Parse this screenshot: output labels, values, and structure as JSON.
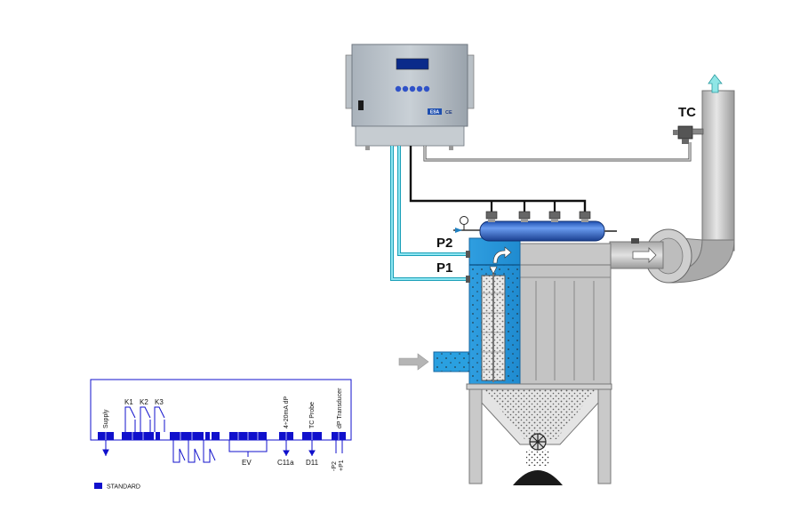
{
  "diagram": {
    "labels": {
      "p1": "P1",
      "p2": "P2",
      "tc": "TC"
    },
    "controller": {
      "badge": "ESA",
      "mark": "CE"
    },
    "wiring": {
      "terminals": {
        "supply": "Supply",
        "k1": "K1",
        "k2": "K2",
        "k3": "K3",
        "ev": "EV",
        "ma": "4÷20mA dP",
        "tc_probe": "TC Probe",
        "dp_transducer": "dP Transducer",
        "c11a": "C11a",
        "d11": "D11",
        "p2_minus": "-P2",
        "p1_plus": "+P1"
      },
      "legend": "STANDARD"
    },
    "colors": {
      "blue_fill": "#2aa0e0",
      "pipe_cyan": "#5ad4e8",
      "grey_body": "#c4c4c4",
      "wiring_blue": "#1010cc",
      "arrow_cyan": "#8fe6e6"
    }
  }
}
